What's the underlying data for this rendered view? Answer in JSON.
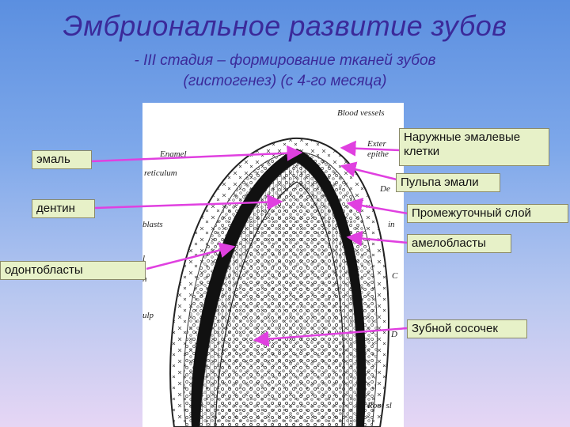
{
  "title": "Эмбриональное развитие зубов",
  "subtitle_line1": "- III стадия – формирование тканей зубов",
  "subtitle_line2": "(гистогенез) (с 4-го месяца)",
  "labels": {
    "enamel": "эмаль",
    "dentin": "дентин",
    "odontoblasts": "одонтобласты",
    "outer_enamel_cells_1": "Наружные эмалевые",
    "outer_enamel_cells_2": "клетки",
    "enamel_pulp": "Пульпа эмали",
    "intermediate_layer": "Промежуточный слой",
    "ameloblasts": "амелобласты",
    "dental_papilla": "Зубной сосочек"
  },
  "figure_texts": {
    "blood_vessels": "Blood vessels",
    "enamel": "Enamel",
    "reticulum": "reticulum",
    "blasts": "blasts",
    "exter": "Exter",
    "epithe": "epithe",
    "de": "De",
    "in": "in",
    "l": "l",
    "n": "n",
    "c": "C",
    "ulp": "ulp",
    "d": "D",
    "root": "Root sl"
  },
  "colors": {
    "title": "#3b2a9a",
    "arrow": "#e040e0",
    "label_bg": "#e7f1c8"
  }
}
